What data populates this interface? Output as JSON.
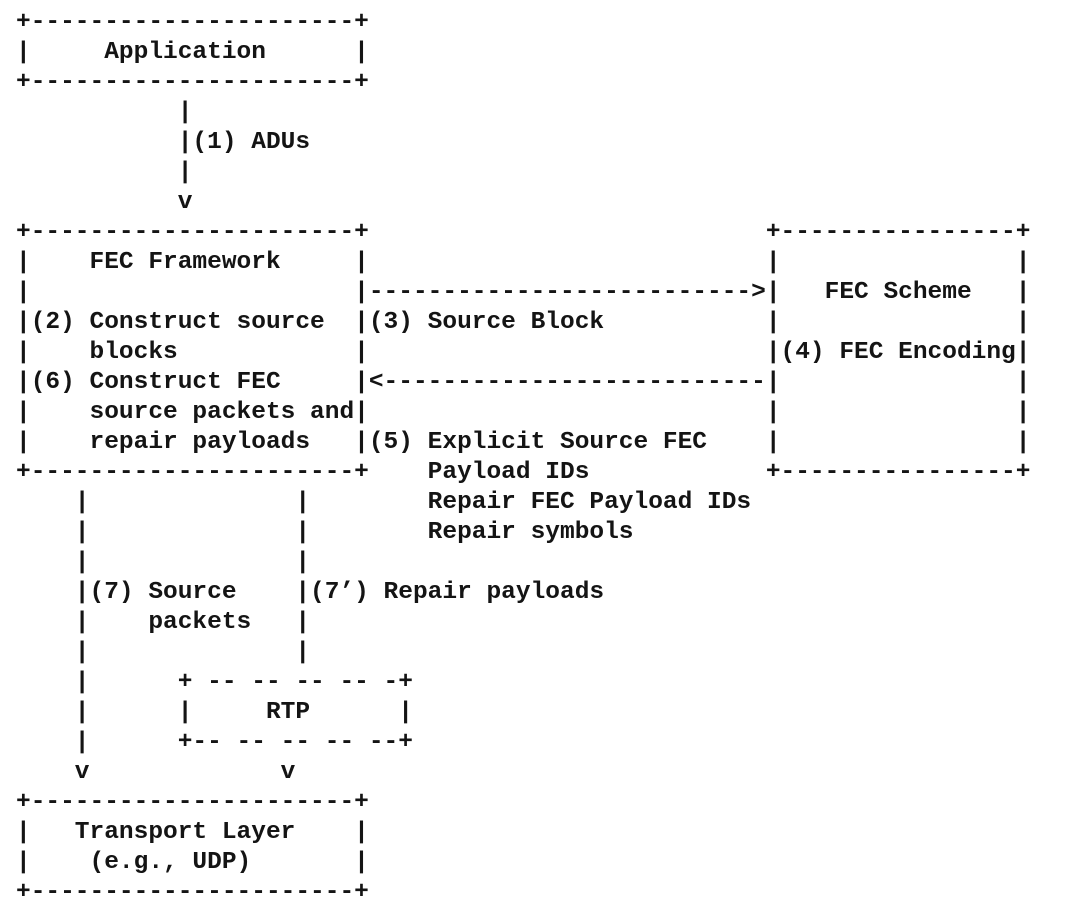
{
  "page": {
    "background_color": "#ffffff",
    "text_color": "#141414"
  },
  "figure": {
    "kind": "ascii-art-diagram",
    "lines": [
      "+----------------------+",
      "|     Application      |",
      "+----------------------+",
      "           |",
      "           |(1) ADUs",
      "           |",
      "           v",
      "+----------------------+                           +----------------+",
      "|    FEC Framework     |                           |                |",
      "|                      |-------------------------->|   FEC Scheme   |",
      "|(2) Construct source  |(3) Source Block           |                |",
      "|    blocks            |                           |(4) FEC Encoding|",
      "|(6) Construct FEC     |<--------------------------|                |",
      "|    source packets and|                           |                |",
      "|    repair payloads   |(5) Explicit Source FEC    |                |",
      "+----------------------+    Payload IDs            +----------------+",
      "    |              |        Repair FEC Payload IDs",
      "    |              |        Repair symbols",
      "    |              |",
      "    |(7) Source    |(7’) Repair payloads",
      "    |    packets   |",
      "    |              |",
      "    |      + -- -- -- -- -+",
      "    |      |     RTP      |",
      "    |      +-- -- -- -- --+",
      "    v             v",
      "+----------------------+",
      "|   Transport Layer    |",
      "|    (e.g., UDP)       |",
      "+----------------------+"
    ],
    "nodes": [
      {
        "label": "Application"
      },
      {
        "label": "FEC Framework"
      },
      {
        "label": "FEC Scheme"
      },
      {
        "label": "RTP"
      },
      {
        "label": "Transport Layer (e.g., UDP)"
      }
    ],
    "flows": [
      {
        "step": "(1)",
        "label": "ADUs"
      },
      {
        "step": "(2)",
        "label": "Construct source blocks"
      },
      {
        "step": "(3)",
        "label": "Source Block"
      },
      {
        "step": "(4)",
        "label": "FEC Encoding"
      },
      {
        "step": "(5)",
        "label": "Explicit Source FEC Payload IDs, Repair FEC Payload IDs, Repair symbols"
      },
      {
        "step": "(6)",
        "label": "Construct FEC source packets and repair payloads"
      },
      {
        "step": "(7)",
        "label": "Source packets"
      },
      {
        "step": "(7’)",
        "label": "Repair payloads"
      }
    ]
  }
}
